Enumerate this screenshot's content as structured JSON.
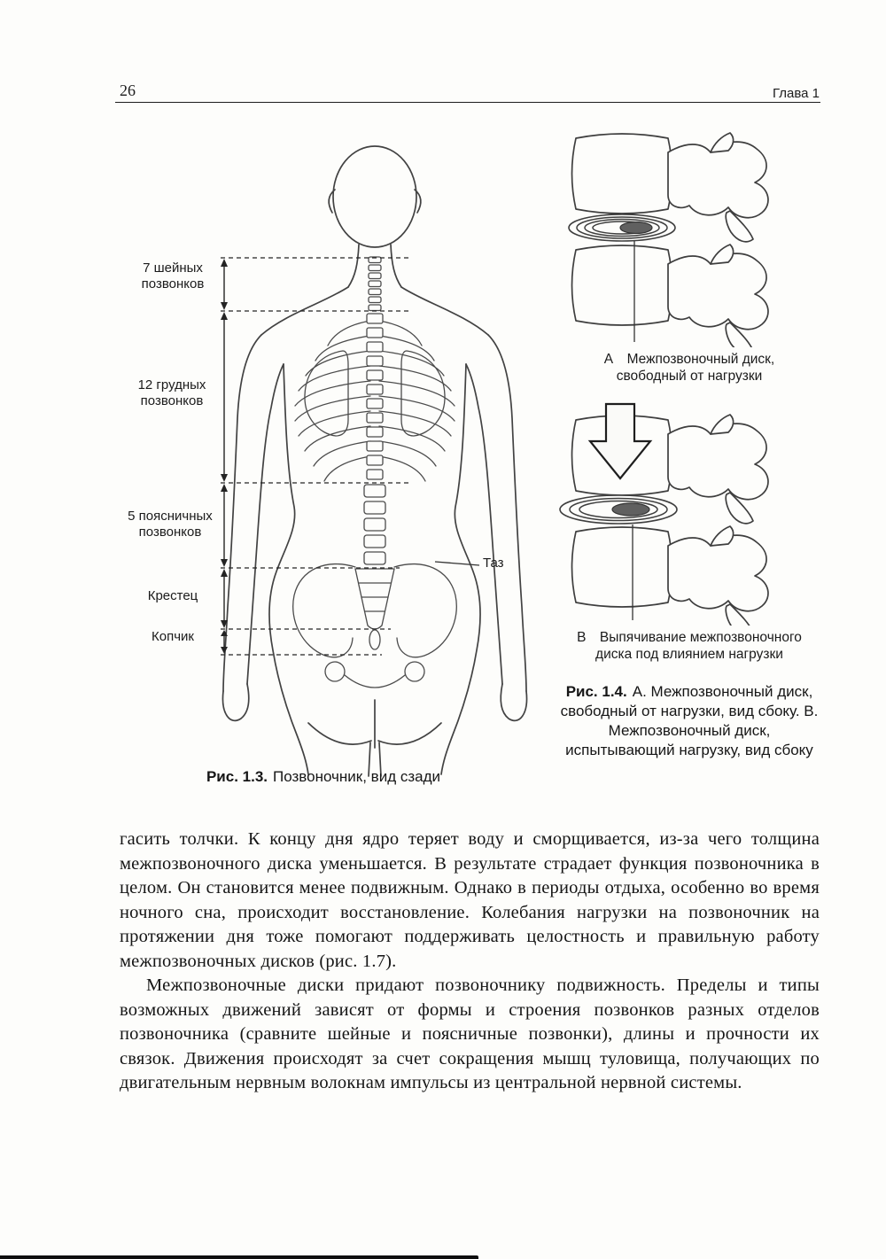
{
  "page": {
    "number": "26",
    "chapter": "Глава 1"
  },
  "fig13": {
    "labels": {
      "cervical": "7 шейных\nпозвонков",
      "thoracic": "12 грудных\nпозвонков",
      "lumbar": "5 поясничных\nпозвонков",
      "sacrum": "Крестец",
      "coccyx": "Копчик",
      "pelvis": "Таз"
    },
    "caption_label": "Рис. 1.3.",
    "caption_text": "Позвоночник, вид сзади"
  },
  "fig14": {
    "label_a": "А Межпозвоночный диск,\nсвободный от нагрузки",
    "label_b": "В Выпячивание межпозвоночного\nдиска под влиянием нагрузки",
    "caption_label": "Рис. 1.4.",
    "caption_text": "А. Межпозвоночный диск, свободный от нагрузки, вид сбоку. В. Межпозвоночный диск, испытывающий нагрузку, вид сбоку"
  },
  "body": {
    "p1": "гасить толчки. К концу дня ядро теряет воду и сморщивается, из-за чего толщина межпозвоночного диска уменьшается. В результате страдает функция позвоночника в целом. Он становится менее подвижным. Однако в периоды отдыха, особенно во время ночного сна, происходит восстановление. Колебания нагрузки на позвоночник на протяжении дня тоже помогают поддерживать целостность и правильную работу межпозвоночных дисков (рис. 1.7).",
    "p2": "Межпозвоночные диски придают позвоночнику подвижность. Пределы и типы возможных движений зависят от формы и строения позвонков разных отделов позвоночника (сравните шейные и поясничные позвонки), длины и прочности их связок. Движения происходят за счет сокращения мышц туловища, получающих по двигательным нервным волокнам импульсы из центральной нервной системы."
  }
}
